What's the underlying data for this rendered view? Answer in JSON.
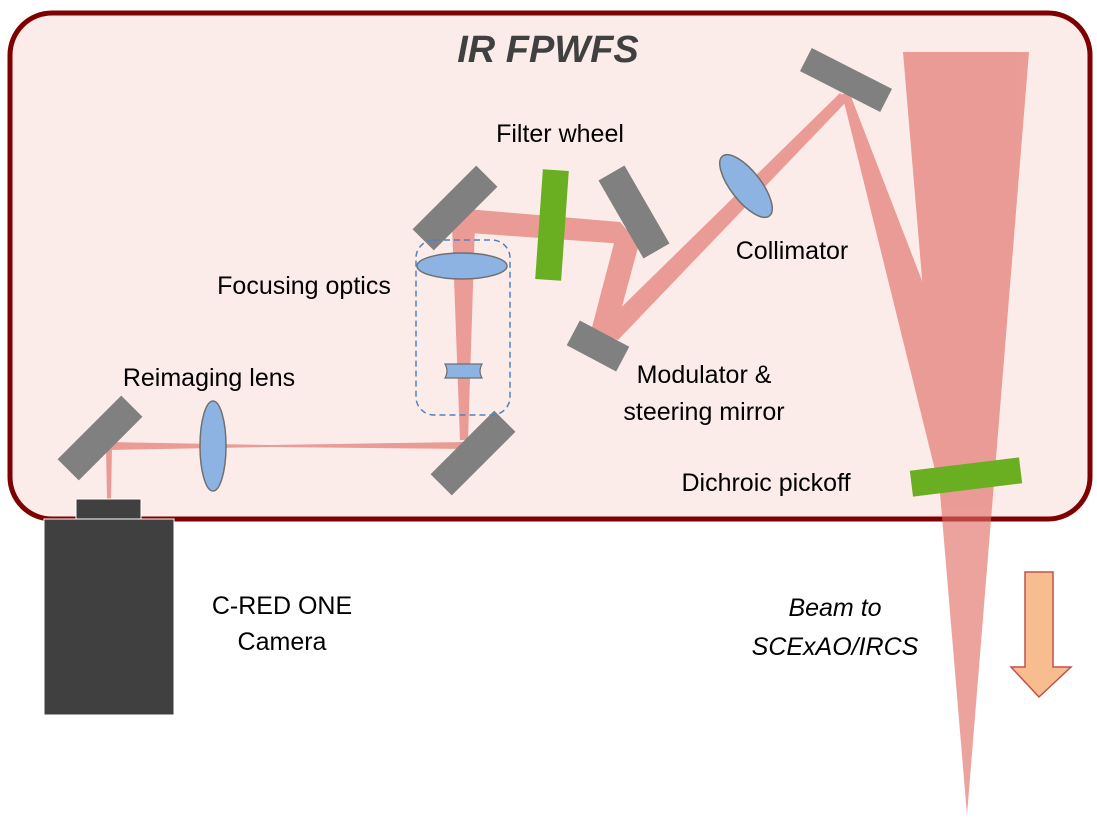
{
  "diagram": {
    "title": "IR FPWFS",
    "labels": {
      "filter_wheel": "Filter wheel",
      "focusing_optics": "Focusing optics",
      "collimator": "Collimator",
      "reimaging_lens": "Reimaging lens",
      "modulator_line1": "Modulator &",
      "modulator_line2": "steering mirror",
      "dichroic": "Dichroic pickoff",
      "camera_line1": "C-RED ONE",
      "camera_line2": "Camera",
      "beam_line1": "Beam to",
      "beam_line2": "SCExAO/IRCS"
    },
    "colors": {
      "enclosure_fill": "#fbecea",
      "enclosure_border": "#7f0000",
      "beam": "#e06b62",
      "mirror": "#808080",
      "lens": "#8db3e2",
      "filter": "#6aaf22",
      "camera": "#404040",
      "arrow_fill": "#f8bd8f",
      "arrow_stroke": "#c0504d",
      "dashed_box": "#4f81bd"
    }
  }
}
